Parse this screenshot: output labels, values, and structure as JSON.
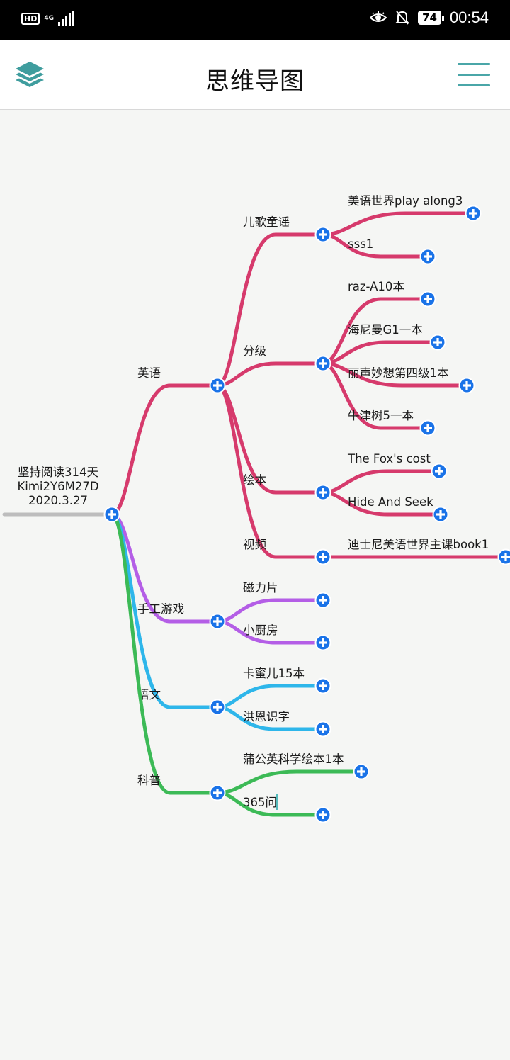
{
  "status_bar": {
    "hd": "HD",
    "network": "4G",
    "battery": "74",
    "time": "00:54"
  },
  "header": {
    "title": "思维导图",
    "left_icon": "layers-icon",
    "right_icon": "menu-icon"
  },
  "mindmap": {
    "root": {
      "lines": [
        "坚持阅读314天",
        "Kimi2Y6M27D",
        "2020.3.27"
      ]
    },
    "colors": {
      "english": "#d63a6c",
      "crafts": "#b45ee6",
      "chinese": "#2eb6ea",
      "science": "#3cba56",
      "root_line": "#bdbdbd",
      "expand": "#1a73e8"
    },
    "branches": [
      {
        "label": "英语",
        "children": [
          {
            "label": "儿歌童谣",
            "children": [
              "美语世界play along3",
              "sss1"
            ]
          },
          {
            "label": "分级",
            "children": [
              "raz-A10本",
              "海尼曼G1一本",
              "丽声妙想第四级1本",
              "牛津树5一本"
            ]
          },
          {
            "label": "绘本",
            "children": [
              "The Fox's cost",
              "Hide And Seek"
            ]
          },
          {
            "label": "视频",
            "children": [
              "迪士尼美语世界主课book1"
            ]
          }
        ]
      },
      {
        "label": "手工游戏",
        "children": [
          "磁力片",
          "小厨房"
        ]
      },
      {
        "label": "语文",
        "children": [
          "卡蜜儿15本",
          "洪恩识字"
        ]
      },
      {
        "label": "科普",
        "children": [
          "蒲公英科学绘本1本",
          "365问"
        ]
      }
    ]
  }
}
